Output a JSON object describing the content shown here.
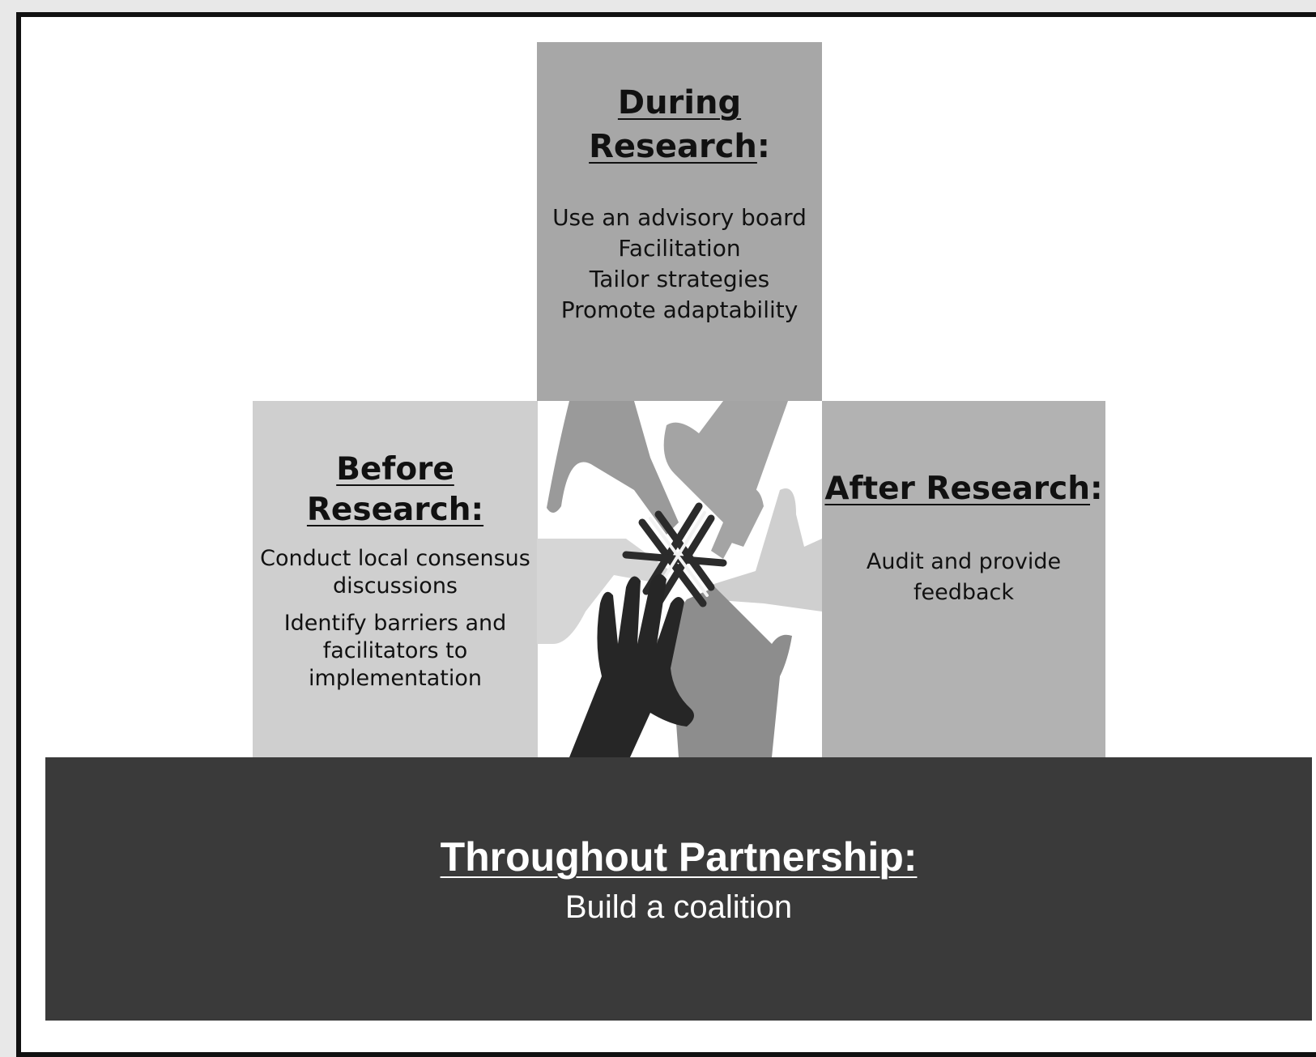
{
  "during": {
    "title": "During Research",
    "colon": ":",
    "items": [
      "Use an advisory board",
      "Facilitation",
      "Tailor strategies",
      "Promote adaptability"
    ]
  },
  "before": {
    "title": "Before Research:",
    "items": [
      "Conduct local consensus discussions",
      "Identify barriers and facilitators to implementation"
    ]
  },
  "after": {
    "title": "After Research",
    "colon": ":",
    "items": [
      "Audit and provide feedback"
    ]
  },
  "foundation": {
    "title": "Throughout Partnership:",
    "subtitle": "Build a coalition"
  },
  "colors": {
    "during_box": "#a7a7a7",
    "before_box": "#cfcfcf",
    "after_box": "#b2b2b2",
    "foundation_box": "#3a3a3a"
  }
}
